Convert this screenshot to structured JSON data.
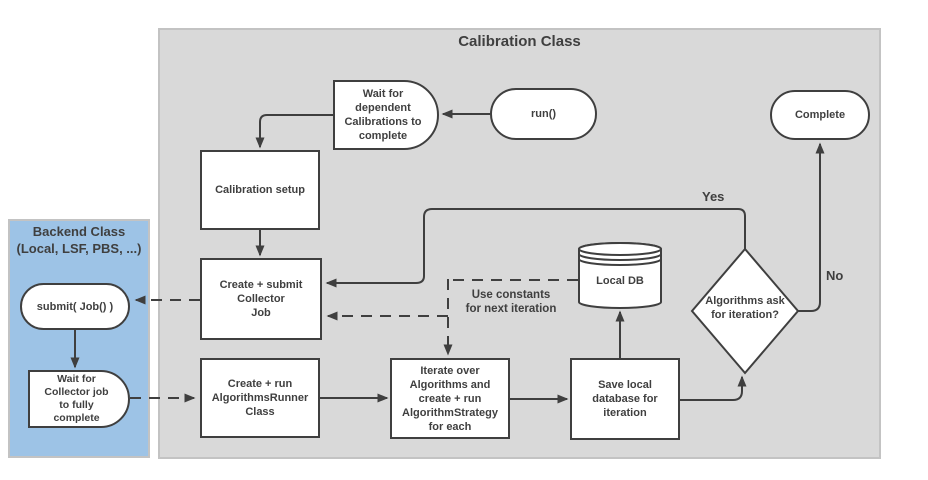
{
  "diagram": {
    "calibration_container": {
      "title": "Calibration Class"
    },
    "backend_container": {
      "title": [
        "Backend Class",
        "(Local, LSF, PBS, ...)"
      ]
    },
    "nodes": {
      "run": {
        "label": "run()"
      },
      "wait_dependent": {
        "label": [
          "Wait for",
          "dependent",
          "Calibrations to",
          "complete"
        ]
      },
      "complete": {
        "label": "Complete"
      },
      "calibration_setup": {
        "label": "Calibration setup"
      },
      "collector_job": {
        "label": [
          "Create + submit",
          "Collector",
          "Job"
        ]
      },
      "algorithms_runner": {
        "label": [
          "Create + run",
          "AlgorithmsRunner",
          "Class"
        ]
      },
      "iterate": {
        "label": [
          "Iterate over",
          "Algorithms and",
          "create + run",
          "AlgorithmStrategy",
          "for each"
        ]
      },
      "save_database": {
        "label": [
          "Save local",
          "database for",
          "iteration"
        ]
      },
      "local_db": {
        "label": "Local DB"
      },
      "decision": {
        "label": [
          "Algorithms ask",
          "for iteration?"
        ]
      },
      "submit_job": {
        "label": "submit( Job() )"
      },
      "wait_collector": {
        "label": [
          "Wait for",
          "Collector job",
          "to fully",
          "complete"
        ]
      }
    },
    "edge_labels": {
      "yes": "Yes",
      "no": "No",
      "use_constants": [
        "Use constants",
        "for next iteration"
      ]
    },
    "colors": {
      "calibration_fill": "#d9d9d9",
      "backend_fill": "#9dc3e6",
      "container_border": "#c3c3c3",
      "shape_border": "#3f3f3f",
      "text": "#3f3f3f"
    }
  }
}
